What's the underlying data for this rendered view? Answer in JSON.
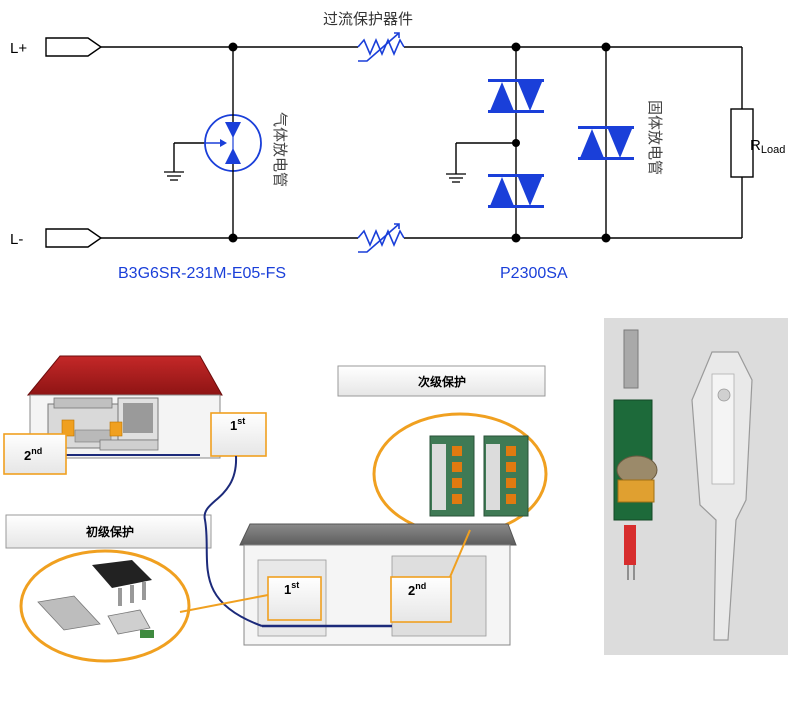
{
  "circuit": {
    "terminal_pos": "L+",
    "terminal_neg": "L-",
    "ptc_label": "过流保护器件",
    "gdt_label": "气体放电管",
    "tss_label": "固体放电管",
    "load_label_main": "R",
    "load_label_sub": "Load",
    "gdt_part": "B3G6SR-231M-E05-FS",
    "tss_part": "P2300SA",
    "accent_color": "#1a3fd9"
  },
  "scene": {
    "secondary_protection": "次级保护",
    "primary_protection": "初级保护",
    "house_2nd_main": "2",
    "house_2nd_sup": "nd",
    "house_1st_main": "1",
    "house_1st_sup": "st",
    "office_1st_main": "1",
    "office_1st_sup": "st",
    "office_2nd_main": "2",
    "office_2nd_sup": "nd",
    "highlight_color": "#f0a020",
    "link_color": "#1c2a7a"
  }
}
